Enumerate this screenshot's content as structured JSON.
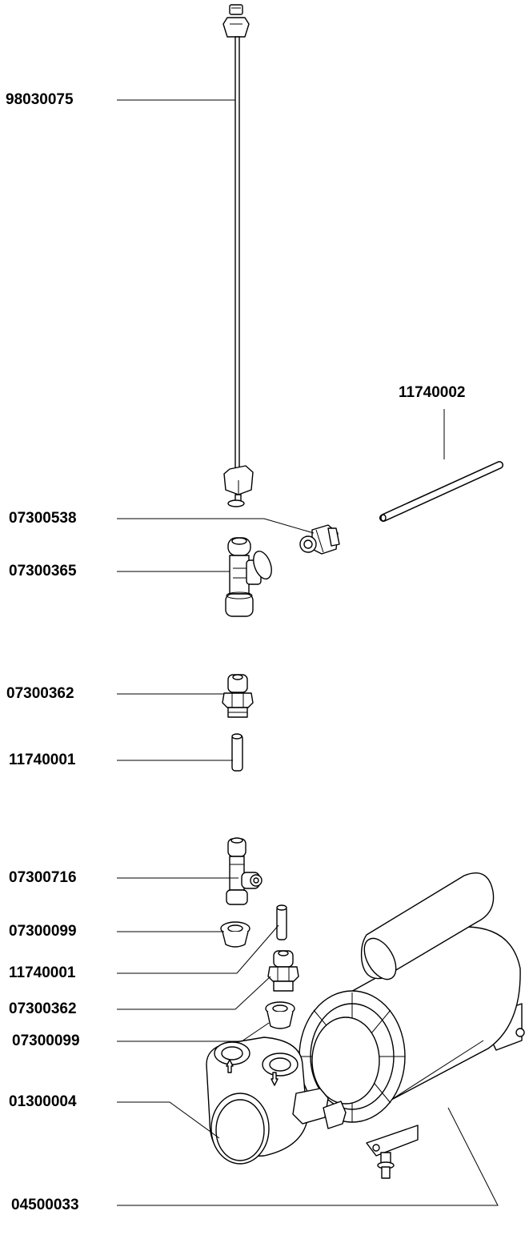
{
  "parts": [
    {
      "id": "p1",
      "number": "98030075"
    },
    {
      "id": "p2",
      "number": "11740002"
    },
    {
      "id": "p3",
      "number": "07300538"
    },
    {
      "id": "p4",
      "number": "07300365"
    },
    {
      "id": "p5",
      "number": "07300362"
    },
    {
      "id": "p6",
      "number": "11740001"
    },
    {
      "id": "p7",
      "number": "07300716"
    },
    {
      "id": "p8",
      "number": "07300099"
    },
    {
      "id": "p9",
      "number": "11740001"
    },
    {
      "id": "p10",
      "number": "07300362"
    },
    {
      "id": "p11",
      "number": "07300099"
    },
    {
      "id": "p12",
      "number": "01300004"
    },
    {
      "id": "p13",
      "number": "04500033"
    }
  ]
}
